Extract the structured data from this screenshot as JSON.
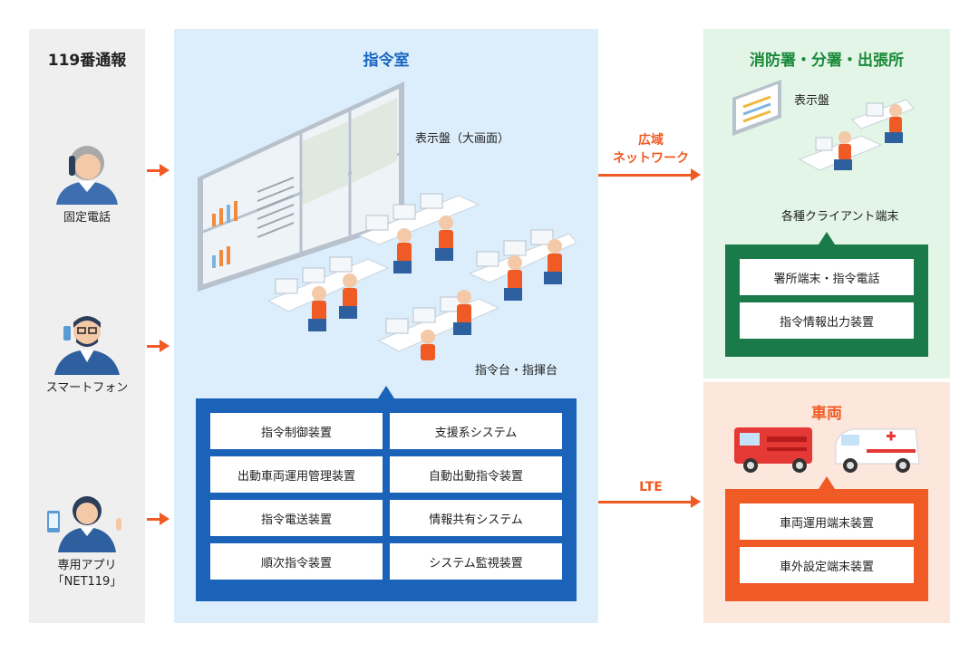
{
  "columns": {
    "callers": {
      "title": "119番通報",
      "items": [
        {
          "label": "固定電話"
        },
        {
          "label": "スマートフォン"
        },
        {
          "label_line1": "専用アプリ",
          "label_line2": "「NET119」"
        }
      ]
    },
    "command_room": {
      "title": "指令室",
      "display_label": "表示盤（大画面）",
      "desk_label": "指令台・指揮台",
      "equipment": [
        [
          "指令制御装置",
          "支援系システム"
        ],
        [
          "出動車両運用管理装置",
          "自動出動指令装置"
        ],
        [
          "指令電送装置",
          "情報共有システム"
        ],
        [
          "順次指令装置",
          "システム監視装置"
        ]
      ]
    },
    "stations": {
      "title": "消防署・分署・出張所",
      "display_label": "表示盤",
      "terminal_label": "各種クライアント端末",
      "equipment": [
        "署所端末・指令電話",
        "指令情報出力装置"
      ]
    },
    "vehicles": {
      "title": "車両",
      "equipment": [
        "車両運用端末装置",
        "車外設定端末装置"
      ]
    }
  },
  "links": {
    "wan_line1": "広域",
    "wan_line2": "ネットワーク",
    "lte": "LTE"
  },
  "colors": {
    "accent_orange": "#f05a24",
    "command_blue": "#1a63b8",
    "station_green": "#1a7a4a"
  }
}
